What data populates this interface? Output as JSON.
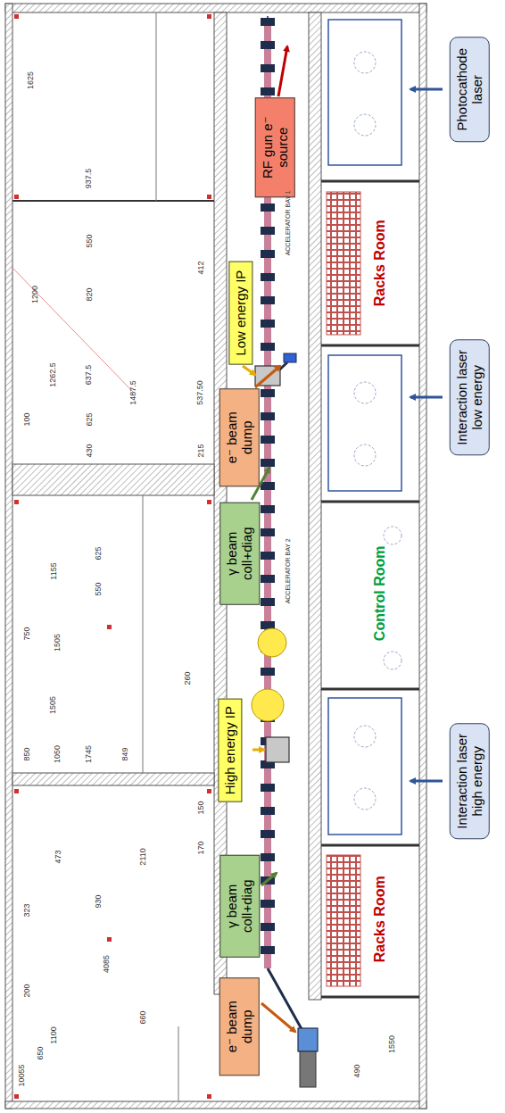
{
  "diagram": {
    "nodes": [
      {
        "text": [
          "RF gun e⁻ source"
        ]
      },
      {
        "text": [
          "Photocathode laser"
        ]
      },
      {
        "text": [
          "Low energy IP"
        ]
      },
      {
        "text": [
          "Interaction laser low energy"
        ]
      },
      {
        "text": [
          "e⁻ beam dump"
        ]
      },
      {
        "text": [
          "γ beam coll+diag"
        ]
      },
      {
        "text": [
          "High energy IP"
        ]
      },
      {
        "text": [
          "Interaction laser high energy"
        ]
      },
      {
        "text": [
          "γ beam coll+diag"
        ]
      },
      {
        "text": [
          "e⁻ beam dump"
        ]
      }
    ],
    "labels": [
      "ACCELERATOR BAY 1",
      "ACCELERATOR BAY 2",
      "Racks Room",
      "Control Room",
      "Racks Room",
      "1625",
      "937.5",
      "550",
      "820",
      "1200",
      "637.5",
      "1262.5",
      "1487.5",
      "625",
      "100",
      "430",
      "412",
      "537.50",
      "215",
      "1155",
      "750",
      "1505",
      "625",
      "550",
      "1505",
      "260",
      "850",
      "1050",
      "1745",
      "849",
      "323",
      "930",
      "473",
      "2110",
      "200",
      "4085",
      "150",
      "170",
      "660",
      "1100",
      "650",
      "1550",
      "490",
      "10055"
    ]
  }
}
